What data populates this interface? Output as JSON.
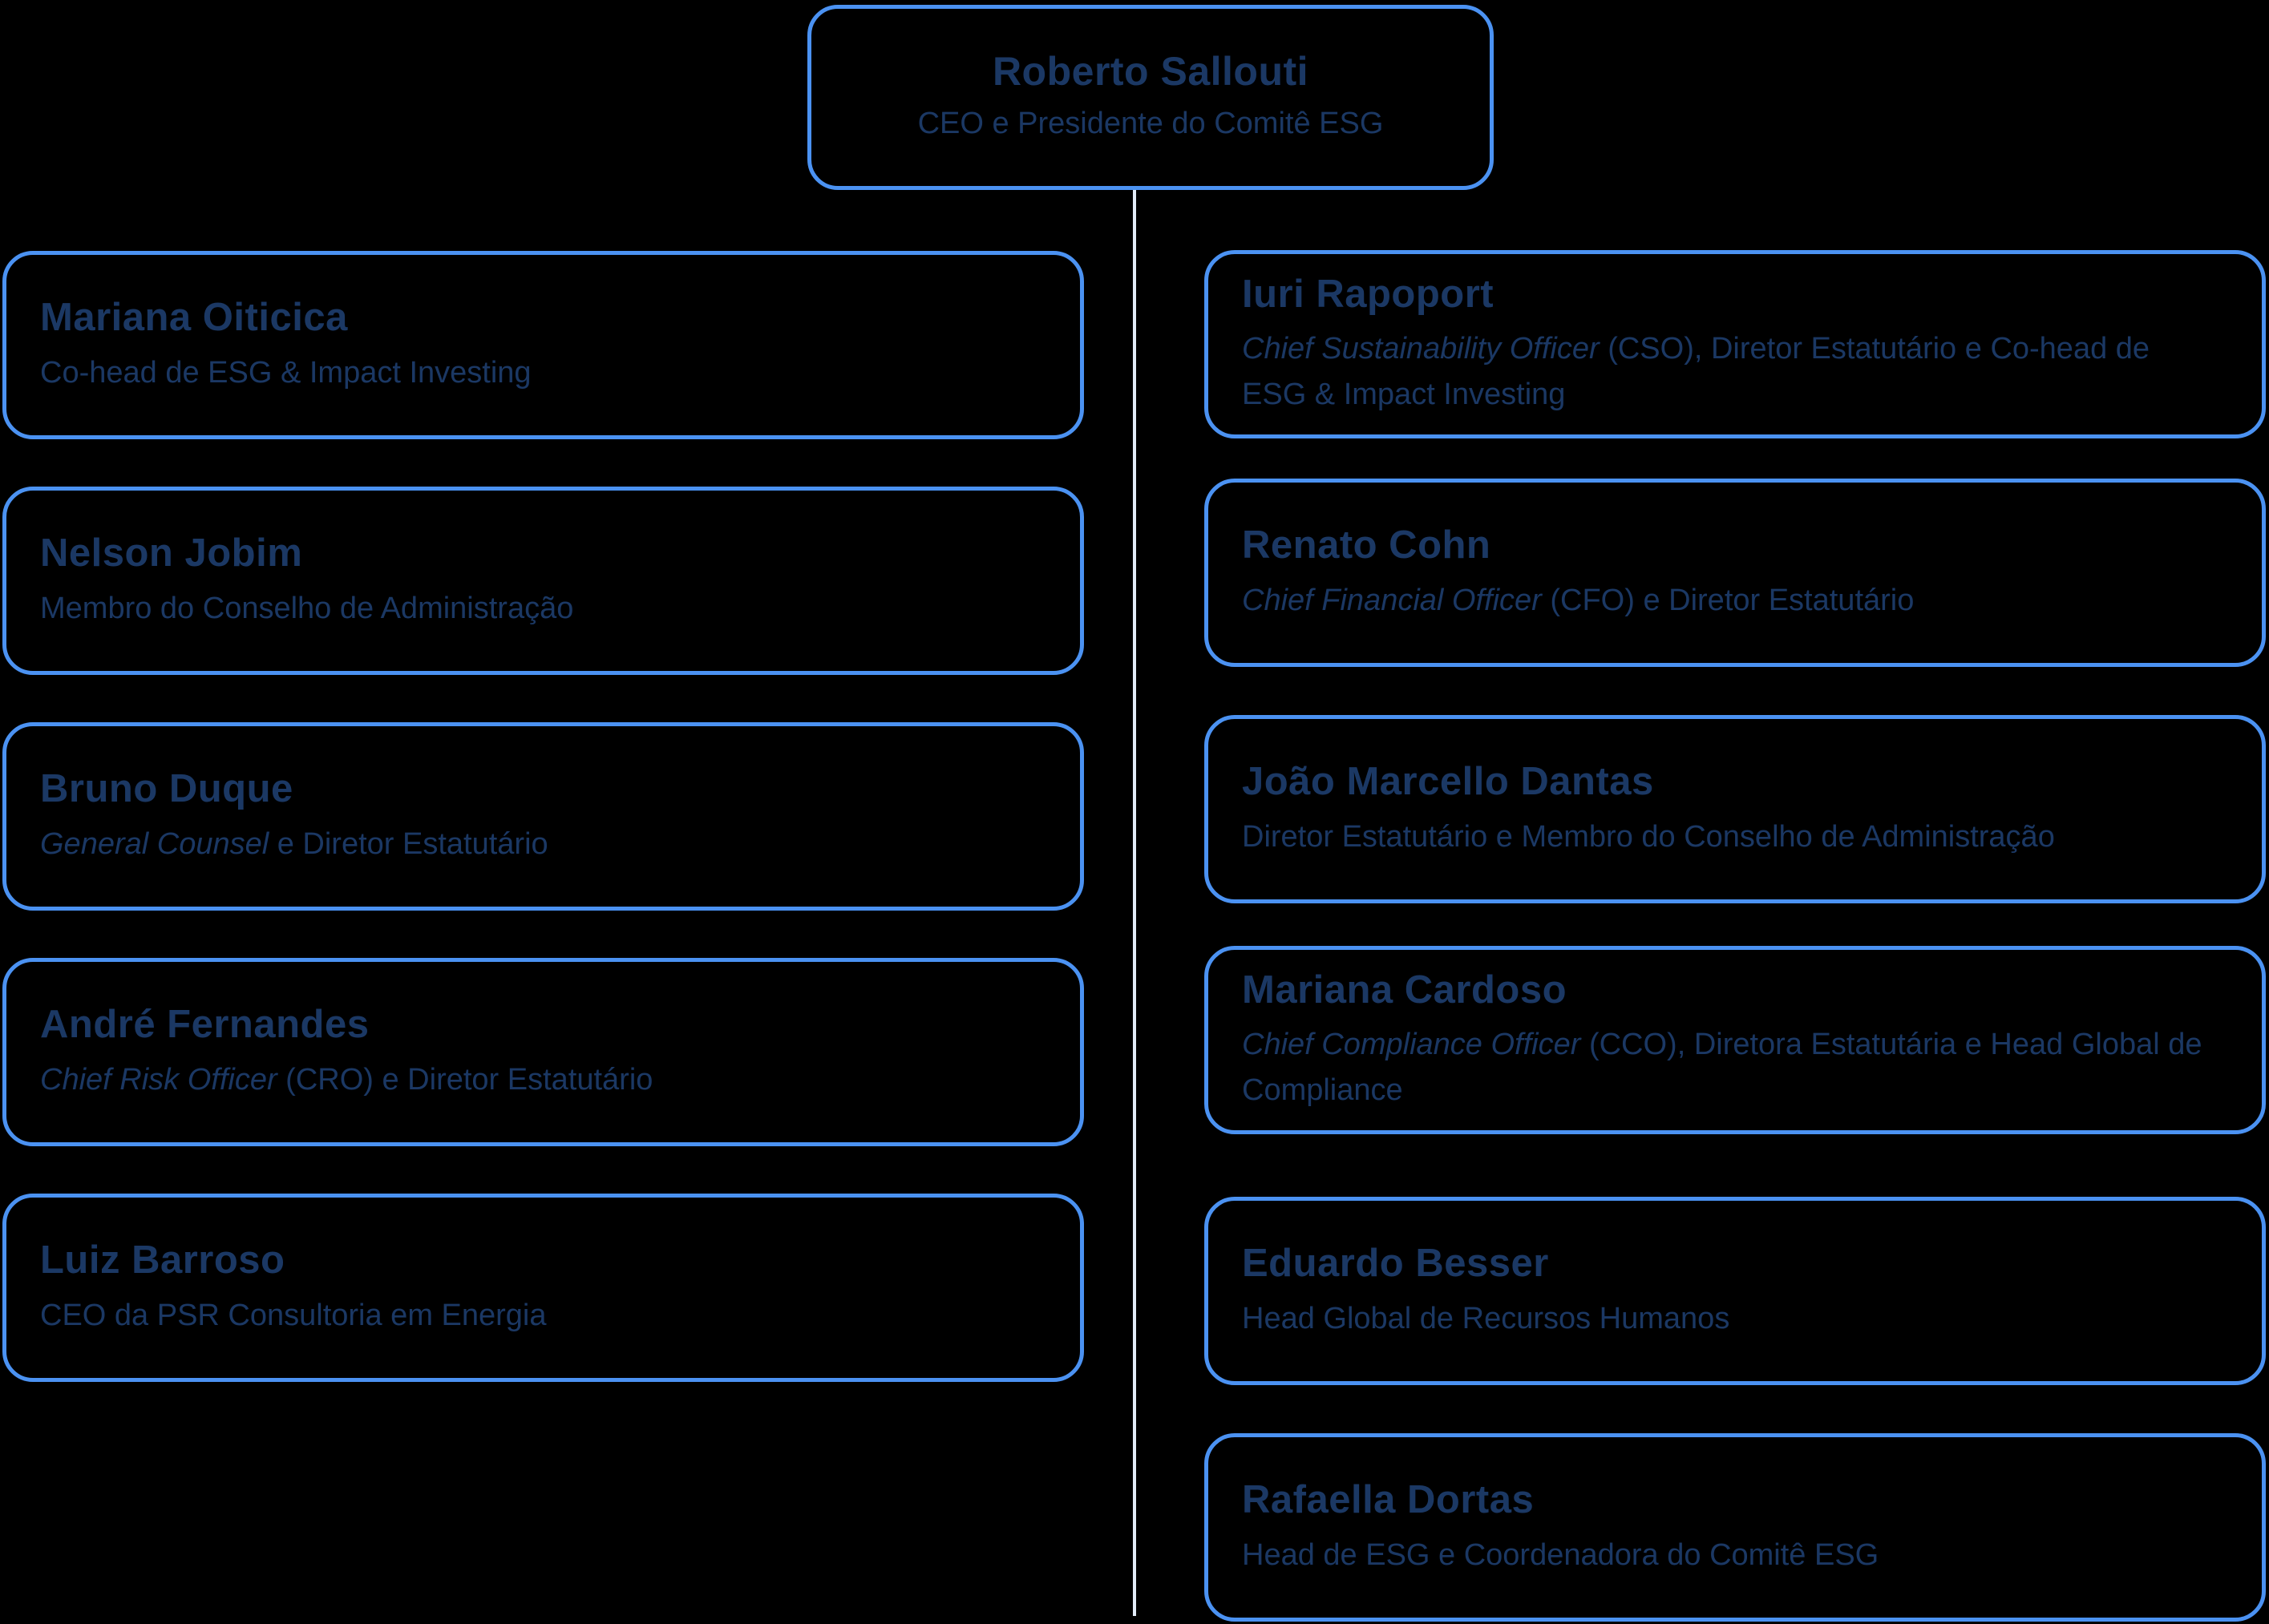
{
  "colors": {
    "background": "#000000",
    "box_border": "#4b92f2",
    "text": "#1b3864",
    "connector_line": "#e3edf9"
  },
  "root": {
    "name": "Roberto Sallouti",
    "title": [
      {
        "text": "CEO e Presidente do Comitê ESG",
        "italic": false
      }
    ]
  },
  "left_column": [
    {
      "name": "Mariana Oiticica",
      "title": [
        {
          "text": "Co-head de ESG & Impact Investing",
          "italic": false
        }
      ]
    },
    {
      "name": "Nelson Jobim",
      "title": [
        {
          "text": "Membro do Conselho de Administração",
          "italic": false
        }
      ]
    },
    {
      "name": "Bruno Duque",
      "title": [
        {
          "text": "General Counsel",
          "italic": true
        },
        {
          "text": " e Diretor Estatutário",
          "italic": false
        }
      ]
    },
    {
      "name": "André Fernandes",
      "title": [
        {
          "text": "Chief Risk Officer",
          "italic": true
        },
        {
          "text": " (CRO) e Diretor Estatutário",
          "italic": false
        }
      ]
    },
    {
      "name": "Luiz Barroso",
      "title": [
        {
          "text": "CEO da PSR Consultoria em Energia",
          "italic": false
        }
      ]
    }
  ],
  "right_column": [
    {
      "name": "Iuri Rapoport",
      "title": [
        {
          "text": "Chief Sustainability Officer",
          "italic": true
        },
        {
          "text": " (CSO), Diretor Estatutário e Co-head de ESG & Impact Investing",
          "italic": false
        }
      ]
    },
    {
      "name": "Renato Cohn",
      "title": [
        {
          "text": "Chief Financial Officer",
          "italic": true
        },
        {
          "text": " (CFO) e Diretor Estatutário",
          "italic": false
        }
      ]
    },
    {
      "name": "João Marcello Dantas",
      "title": [
        {
          "text": "Diretor Estatutário e Membro do Conselho de Administração",
          "italic": false
        }
      ]
    },
    {
      "name": "Mariana Cardoso",
      "title": [
        {
          "text": "Chief Compliance Officer",
          "italic": true
        },
        {
          "text": " (CCO), Diretora Estatutária e Head Global de Compliance",
          "italic": false
        }
      ]
    },
    {
      "name": "Eduardo Besser",
      "title": [
        {
          "text": "Head Global de Recursos Humanos",
          "italic": false
        }
      ]
    },
    {
      "name": "Rafaella Dortas",
      "title": [
        {
          "text": "Head de ESG e Coordenadora do Comitê ESG",
          "italic": false
        }
      ]
    }
  ]
}
